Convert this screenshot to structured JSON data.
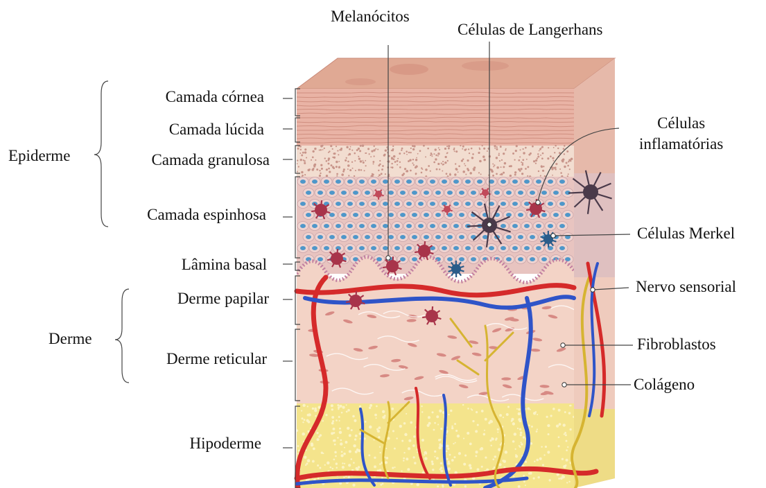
{
  "labels": {
    "top": {
      "melanocytes": "Melanócitos",
      "langerhans": "Células de Langerhans"
    },
    "groups": {
      "epidermis": "Epiderme",
      "dermis": "Derme"
    },
    "layers": {
      "stratum_corneum": "Camada córnea",
      "stratum_lucidum": "Camada lúcida",
      "stratum_granulosum": "Camada granulosa",
      "stratum_spinosum": "Camada espinhosa",
      "basal_lamina": "Lâmina basal",
      "papillary_dermis": "Derme papilar",
      "reticular_dermis": "Derme reticular",
      "hypodermis": "Hipoderme"
    },
    "right": {
      "inflammatory_cells": [
        "Células",
        "inflamatórias"
      ],
      "merkel_cells": "Células Merkel",
      "sensory_nerve": "Nervo sensorial",
      "fibroblasts": "Fibroblastos",
      "collagen": "Colágeno"
    }
  },
  "colors": {
    "corneum": "#e9b3a5",
    "granulosum": "#f2ddd0",
    "spinosum": "#e8c4c0",
    "dermis": "#f3d3c6",
    "hypodermis": "#f4e48c",
    "artery": "#d52a2a",
    "vein": "#2f54c8",
    "nerve": "#d6b432",
    "melanocyte": "#a8344a",
    "langerhans": "#4a3a4a",
    "nucleus": "#4f97c9"
  }
}
